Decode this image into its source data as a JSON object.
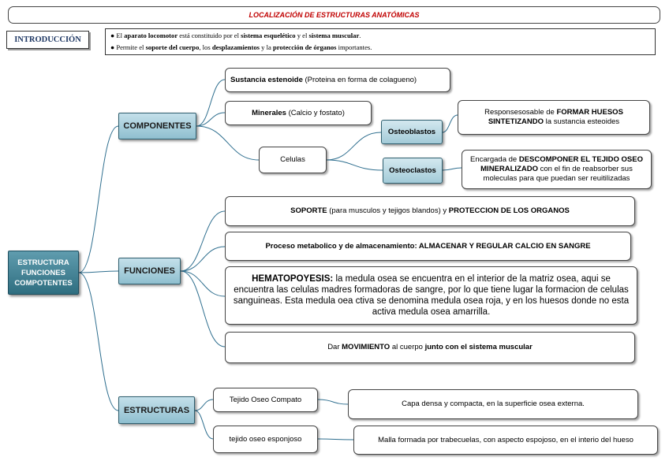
{
  "header": {
    "title": "LOCALIZACIÓN DE ESTRUCTURAS ANATÓMICAS"
  },
  "intro": {
    "button_label": "INTRODUCCIÓN",
    "line1": [
      {
        "t": "● El ",
        "b": false
      },
      {
        "t": "aparato locomotor",
        "b": true
      },
      {
        "t": " está constituido por el ",
        "b": false
      },
      {
        "t": "sistema esquelético",
        "b": true
      },
      {
        "t": " y el ",
        "b": false
      },
      {
        "t": "sistema muscular",
        "b": true
      },
      {
        "t": ".",
        "b": false
      }
    ],
    "line2": [
      {
        "t": "● Permite el ",
        "b": false
      },
      {
        "t": "soporte del cuerpo",
        "b": true
      },
      {
        "t": ", los ",
        "b": false
      },
      {
        "t": "desplazamientos",
        "b": true
      },
      {
        "t": " y la ",
        "b": false
      },
      {
        "t": "protección de órganos",
        "b": true
      },
      {
        "t": " importantes.",
        "b": false
      }
    ]
  },
  "root": {
    "lines": [
      "ESTRUCTURA",
      "FUNCIONES",
      "COMPOTENTES"
    ]
  },
  "categories": {
    "componentes": "COMPONENTES",
    "funciones": "FUNCIONES",
    "estructuras": "ESTRUCTURAS"
  },
  "componentes": {
    "sustancia": [
      {
        "t": "Sustancia estenoide",
        "b": true
      },
      {
        "t": " (Proteina en forma de colagueno)",
        "b": false
      }
    ],
    "minerales": [
      {
        "t": "Minerales",
        "b": true
      },
      {
        "t": "  (Calcio y fostato)",
        "b": false
      }
    ],
    "celulas": "Celulas",
    "osteoblastos": "Osteoblastos",
    "osteoclastos": "Osteoclastos",
    "osteoblastos_desc": [
      {
        "t": "Responsesosable de ",
        "b": false
      },
      {
        "t": "FORMAR HUESOS SINTETIZANDO",
        "b": true
      },
      {
        "t": " la sustancia esteoides",
        "b": false
      }
    ],
    "osteoclastos_desc": [
      {
        "t": "Encargada de ",
        "b": false
      },
      {
        "t": "DESCOMPONER EL TEJIDO OSEO MINERALIZADO",
        "b": true
      },
      {
        "t": " con el fin de reabsorber sus moleculas para que puedan ser reuitilizadas",
        "b": false
      }
    ]
  },
  "funciones": {
    "soporte": [
      {
        "t": "SOPORTE",
        "b": true
      },
      {
        "t": " (para musculos y tejigos blandos) y ",
        "b": false
      },
      {
        "t": "PROTECCION DE LOS ORGANOS",
        "b": true
      }
    ],
    "metabolico": [
      {
        "t": "Proceso metabolico y de almacenamiento: ",
        "b": true
      },
      {
        "t": "ALMACENAR Y REGULAR CALCIO EN SANGRE",
        "b": true
      }
    ],
    "hematopoyesis": [
      {
        "t": "HEMATOPOYESIS:",
        "b": true
      },
      {
        "t": " la medula osea se encuentra en el interior de la matriz osea, aqui se encuentra las celulas madres formadoras de sangre, por lo que tiene lugar la formacion de celulas sanguineas. Esta medula oea ctiva se denomina medula osea roja, y en los huesos donde no esta activa medula osea amarrilla.",
        "b": false
      }
    ],
    "movimiento": [
      {
        "t": "Dar ",
        "b": false
      },
      {
        "t": "MOVIMIENTO",
        "b": true
      },
      {
        "t": " al cuerpo ",
        "b": false
      },
      {
        "t": "junto con el sistema muscular",
        "b": true
      }
    ]
  },
  "estructuras": {
    "compacto": "Tejido Oseo Compato",
    "esponjoso": "tejido oseo esponjoso",
    "compacto_desc": "Capa densa y compacta, en la superficie osea externa.",
    "esponjoso_desc": "Malla formada por trabecuelas, con aspecto espojoso, en el interio del hueso"
  },
  "colors": {
    "title_text": "#c00000",
    "category_fill": "#a9d0dc",
    "root_fill": "#3f7f91",
    "connector": "#2f6f8f"
  }
}
